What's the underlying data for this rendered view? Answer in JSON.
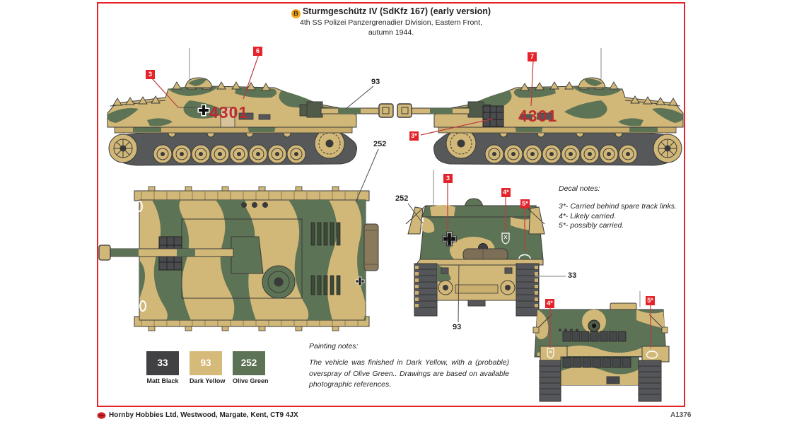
{
  "header": {
    "badge": "B",
    "title": "Sturmgeschütz IV (SdKfz 167) (early version)",
    "subtitle_line1": "4th SS Polizei Panzergrenadier Division, Eastern Front,",
    "subtitle_line2": "autumn 1944."
  },
  "markings": {
    "tactical_number": "4301"
  },
  "callouts": {
    "left_3": "3",
    "left_6": "6",
    "right_7": "7",
    "right_3s": "3*",
    "front_3": "3",
    "front_4s": "4*",
    "front_5s": "5*",
    "rear_4s": "4*",
    "rear_5s": "5*"
  },
  "paint_refs": {
    "left_93": "93",
    "left_252": "252",
    "front_252": "252",
    "front_33": "33",
    "front_93": "93"
  },
  "decal_notes": {
    "heading": "Decal notes:",
    "lines": [
      "3*- Carried behind spare track links.",
      "4*- Likely carried.",
      "5*- possibly carried."
    ]
  },
  "painting_notes": {
    "heading": "Painting notes:",
    "body": "The vehicle was finished in Dark Yellow, with a (probable) overspray of Olive Green.. Drawings are based on available photographic references."
  },
  "paints": [
    {
      "number": "33",
      "name": "Matt Black",
      "hex": "#414042"
    },
    {
      "number": "93",
      "name": "Dark Yellow",
      "hex": "#d5ba7a"
    },
    {
      "number": "252",
      "name": "Olive Green",
      "hex": "#5d7355"
    }
  ],
  "footer": {
    "company": "Hornby Hobbies Ltd, Westwood, Margate, Kent, CT9 4JX",
    "code": "A1376"
  },
  "colors": {
    "frame_red": "#e5232b",
    "callout_red": "#e5232b",
    "marking_red": "#c1272d",
    "camo_tan": "#d2b878",
    "camo_green": "#5d7355",
    "track_grey": "#57585a"
  }
}
